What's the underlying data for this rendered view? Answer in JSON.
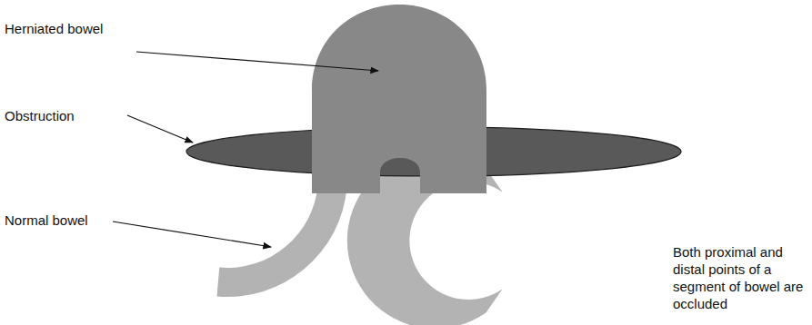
{
  "diagram": {
    "labels": [
      "Herniated bowel",
      "Obstruction",
      "Normal bowel",
      "Both proximal and distal points of a segment of bowel are occluded"
    ]
  }
}
